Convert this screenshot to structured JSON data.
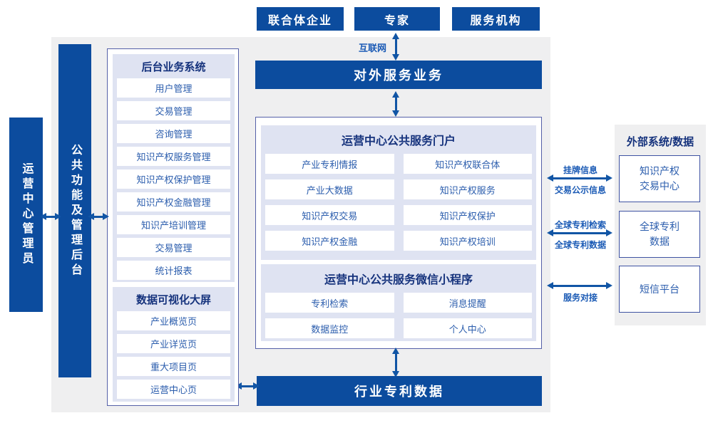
{
  "colors": {
    "primary_blue": "#0c4c9e",
    "arrow_blue": "#1155a5",
    "title_navy": "#16337d",
    "item_text_blue": "#2b5dad",
    "label_blue": "#1a5ab5",
    "panel_lavender": "#dfe3f2",
    "panel_border": "#5560a8",
    "background_gray": "#efeff0"
  },
  "top_actors": [
    "联合体企业",
    "专家",
    "服务机构"
  ],
  "internet_label": "互联网",
  "external_service_bar": "对外服务业务",
  "industry_patent_bar": "行业专利数据",
  "left_rails": {
    "operator": "运营中心管理员",
    "admin_backend": "公共功能及管理后台"
  },
  "backend_panel": {
    "title": "后台业务系统",
    "items": [
      "用户管理",
      "交易管理",
      "咨询管理",
      "知识产权服务管理",
      "知识产权保护管理",
      "知识产权金融管理",
      "知识产培训管理",
      "交易管理",
      "统计报表"
    ]
  },
  "dashboard_panel": {
    "title": "数据可视化大屏",
    "items": [
      "产业概览页",
      "产业详览页",
      "重大项目页",
      "运营中心页"
    ]
  },
  "portal_panel": {
    "title": "运营中心公共服务门户",
    "items": [
      "产业专利情报",
      "知识产权联合体",
      "产业大数据",
      "知识产权服务",
      "知识产权交易",
      "知识产权保护",
      "知识产权金融",
      "知识产权培训"
    ]
  },
  "miniprogram_panel": {
    "title": "运营中心公共服务微信小程序",
    "items": [
      "专利检索",
      "消息提醒",
      "数据监控",
      "个人中心"
    ]
  },
  "external_panel": {
    "title": "外部系统/数据",
    "systems": [
      "知识产权\n交易中心",
      "全球专利\n数据",
      "短信平台"
    ]
  },
  "external_links": [
    {
      "top": "挂牌信息",
      "bottom": "交易公示信息"
    },
    {
      "top": "全球专利检索",
      "bottom": "全球专利数据"
    },
    {
      "bottom": "服务对接"
    }
  ]
}
